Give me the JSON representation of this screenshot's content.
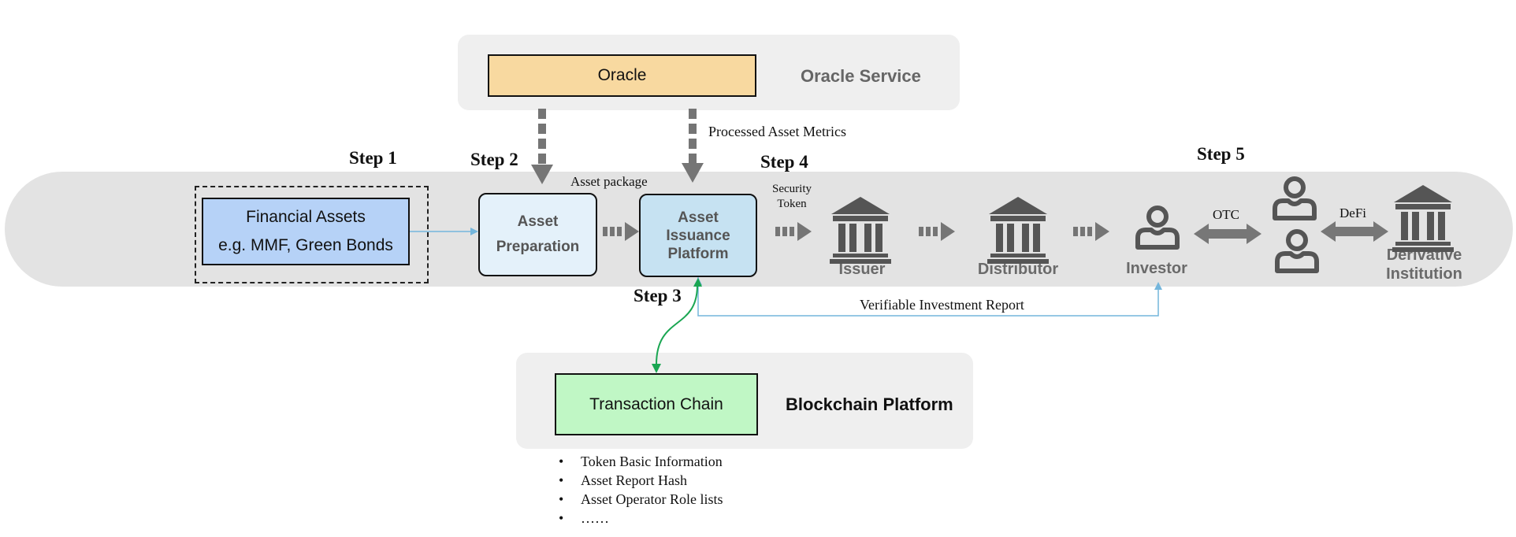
{
  "oracle_service": {
    "oracle_label": "Oracle",
    "title": "Oracle Service"
  },
  "flow": {
    "processed_metrics_label": "Processed Asset Metrics",
    "asset_package_label": "Asset package",
    "security_token_line1": "Security",
    "security_token_line2": "Token",
    "financial_assets_line1": "Financial Assets",
    "financial_assets_line2": "e.g. MMF, Green Bonds",
    "asset_preparation_line1": "Asset",
    "asset_preparation_line2": "Preparation",
    "issuance_line1": "Asset",
    "issuance_line2": "Issuance",
    "issuance_line3": "Platform",
    "issuer_label": "Issuer",
    "distributor_label": "Distributor",
    "investor_label": "Investor",
    "otc_label": "OTC",
    "defi_label": "DeFi",
    "derivative_line1": "Derivative",
    "derivative_line2": "Institution",
    "report_label": "Verifiable Investment Report"
  },
  "steps": {
    "step1": "Step 1",
    "step2": "Step 2",
    "step3": "Step 3",
    "step4": "Step 4",
    "step5": "Step 5"
  },
  "blockchain": {
    "chain_label": "Transaction Chain",
    "title": "Blockchain Platform",
    "items": [
      "Token Basic Information",
      "Asset Report Hash",
      "Asset Operator Role lists",
      "……"
    ]
  },
  "icons": {
    "institution": "bank-building-icon",
    "person": "person-icon"
  },
  "colors": {
    "oracle_fill": "#f8d9a0",
    "financial_fill": "#b6d2f7",
    "preparation_fill": "#e4f1fa",
    "issuance_fill": "#c6e2f2",
    "chain_fill": "#c0f7c5",
    "arrow_gray": "#757575",
    "report_line": "#74b6dc",
    "chain_link": "#1aa652"
  }
}
